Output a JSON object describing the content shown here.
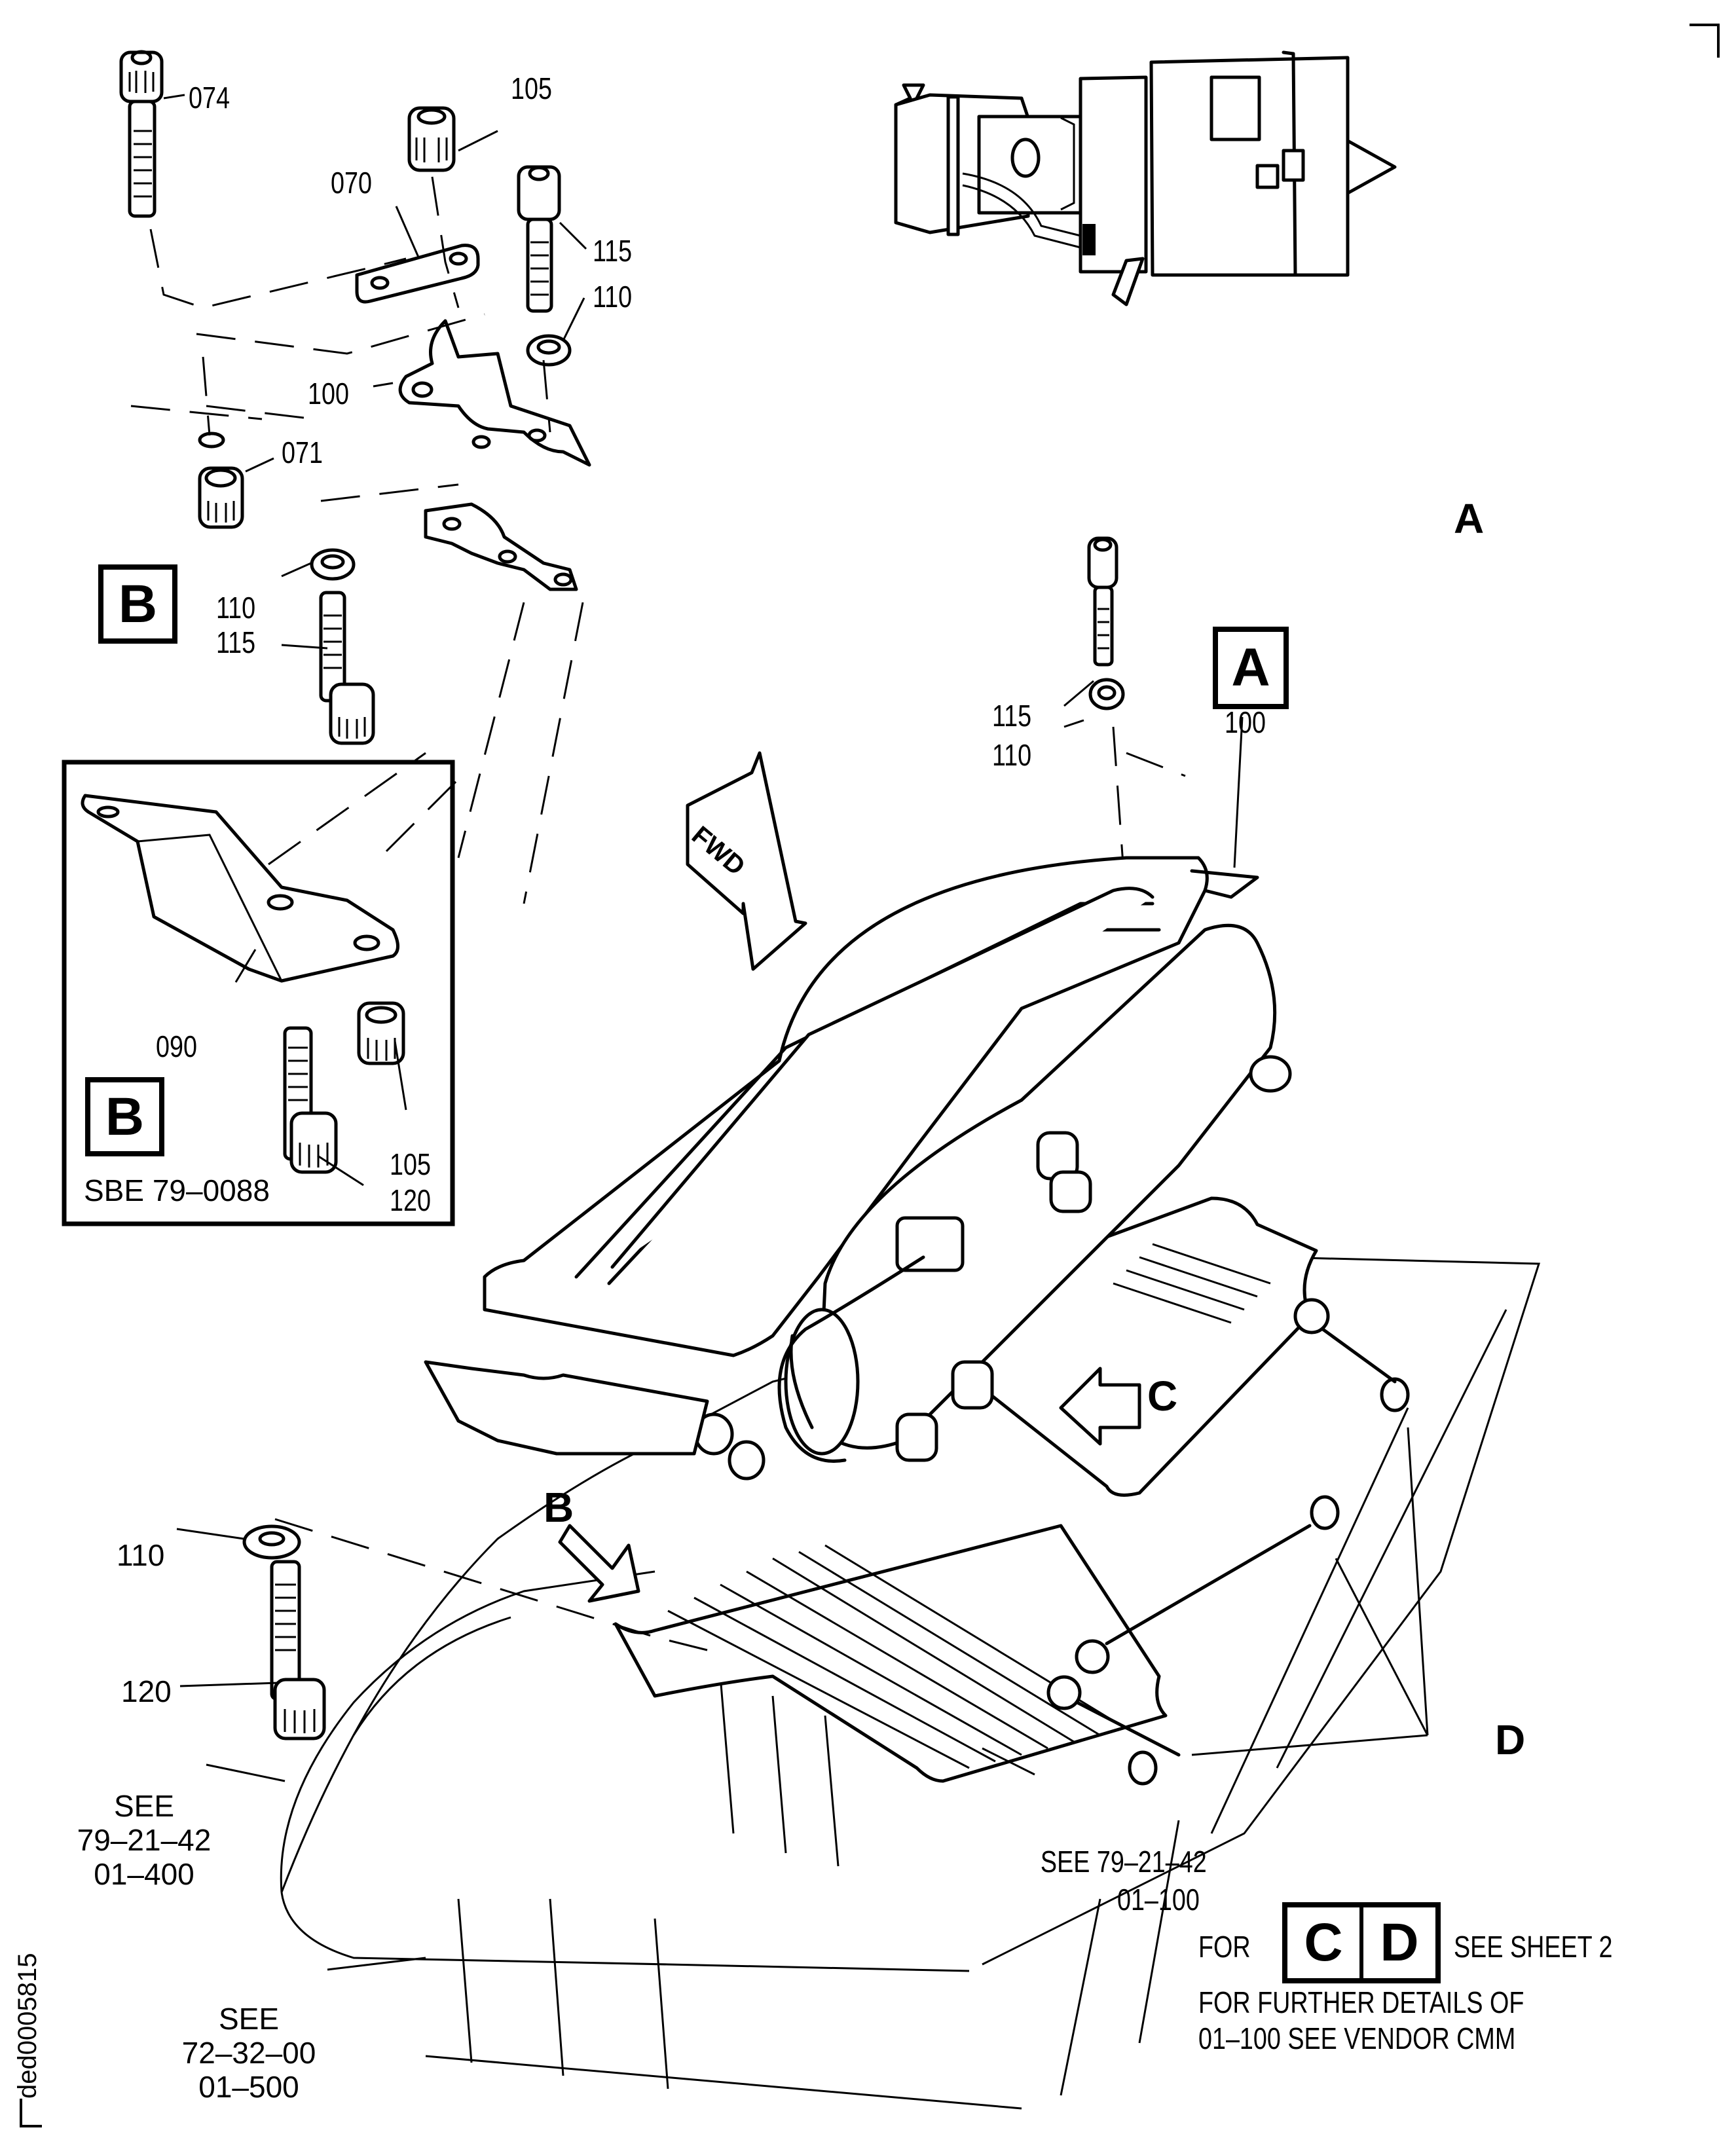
{
  "figure": {
    "document_id": "ded0005815",
    "view_labels": {
      "engine_view_A": "A",
      "detail_A": "A",
      "detail_B_main": "B",
      "detail_B_inset": "B",
      "arrow_B": "B",
      "arrow_C": "C",
      "callout_D": "D",
      "fwd_arrow": "FWD"
    },
    "inset": {
      "caption": "SBE 79–0088",
      "parts": [
        "090",
        "105",
        "120"
      ]
    },
    "callouts": {
      "p074": "074",
      "p105_top": "105",
      "p070": "070",
      "p115_top": "115",
      "p110_top": "110",
      "p100_top": "100",
      "p071": "071",
      "p110_mid": "110",
      "p115_mid": "115",
      "p090": "090",
      "p105_inset": "105",
      "p120_inset": "120",
      "p115_A": "115",
      "p110_A": "110",
      "p100_A": "100",
      "p110_low": "110",
      "p120_low": "120"
    },
    "references": {
      "ref_left_1": {
        "line1": "SEE",
        "line2": "79–21–42",
        "line3": "01–400"
      },
      "ref_left_2": {
        "line1": "SEE",
        "line2": "72–32–00",
        "line3": "01–500"
      },
      "ref_right": {
        "line1": "SEE 79–21–42",
        "line2": "01–100"
      }
    },
    "notes": {
      "for_label": "FOR",
      "box_c": "C",
      "box_d": "D",
      "see_sheet": "SEE SHEET 2",
      "further_line1": "FOR FURTHER DETAILS OF",
      "further_line2": "01–100 SEE VENDOR CMM"
    }
  }
}
